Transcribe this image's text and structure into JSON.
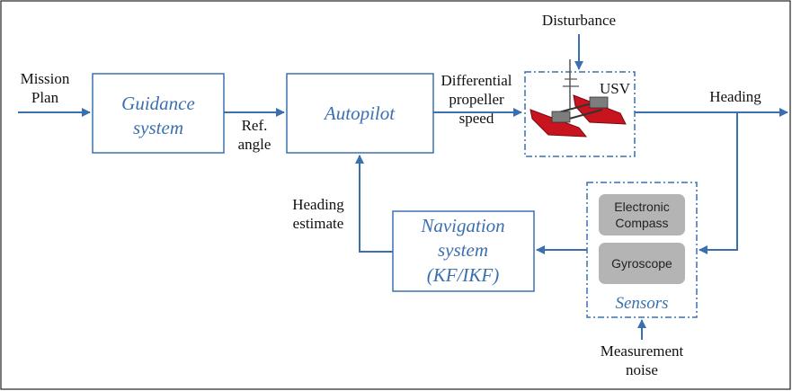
{
  "inputs": {
    "mission_plan": [
      "Mission",
      "Plan"
    ],
    "disturbance": "Disturbance",
    "measurement_noise": [
      "Measurement",
      "noise"
    ]
  },
  "blocks": {
    "guidance": [
      "Guidance",
      "system"
    ],
    "autopilot": "Autopilot",
    "navigation": [
      "Navigation",
      "system",
      "(KF/IKF)"
    ],
    "usv": "USV",
    "sensors": "Sensors"
  },
  "sensor_items": {
    "compass": [
      "Electronic",
      "Compass"
    ],
    "gyroscope": "Gyroscope"
  },
  "signals": {
    "ref_angle": [
      "Ref.",
      "angle"
    ],
    "propeller_speed": [
      "Differential",
      "propeller",
      "speed"
    ],
    "heading": "Heading",
    "heading_estimate": [
      "Heading",
      "estimate"
    ]
  },
  "colors": {
    "line": "#3a70b0",
    "block_text": "#3a70b0",
    "sensor_fill": "#b4b4b4",
    "boat": "#c8141e"
  }
}
